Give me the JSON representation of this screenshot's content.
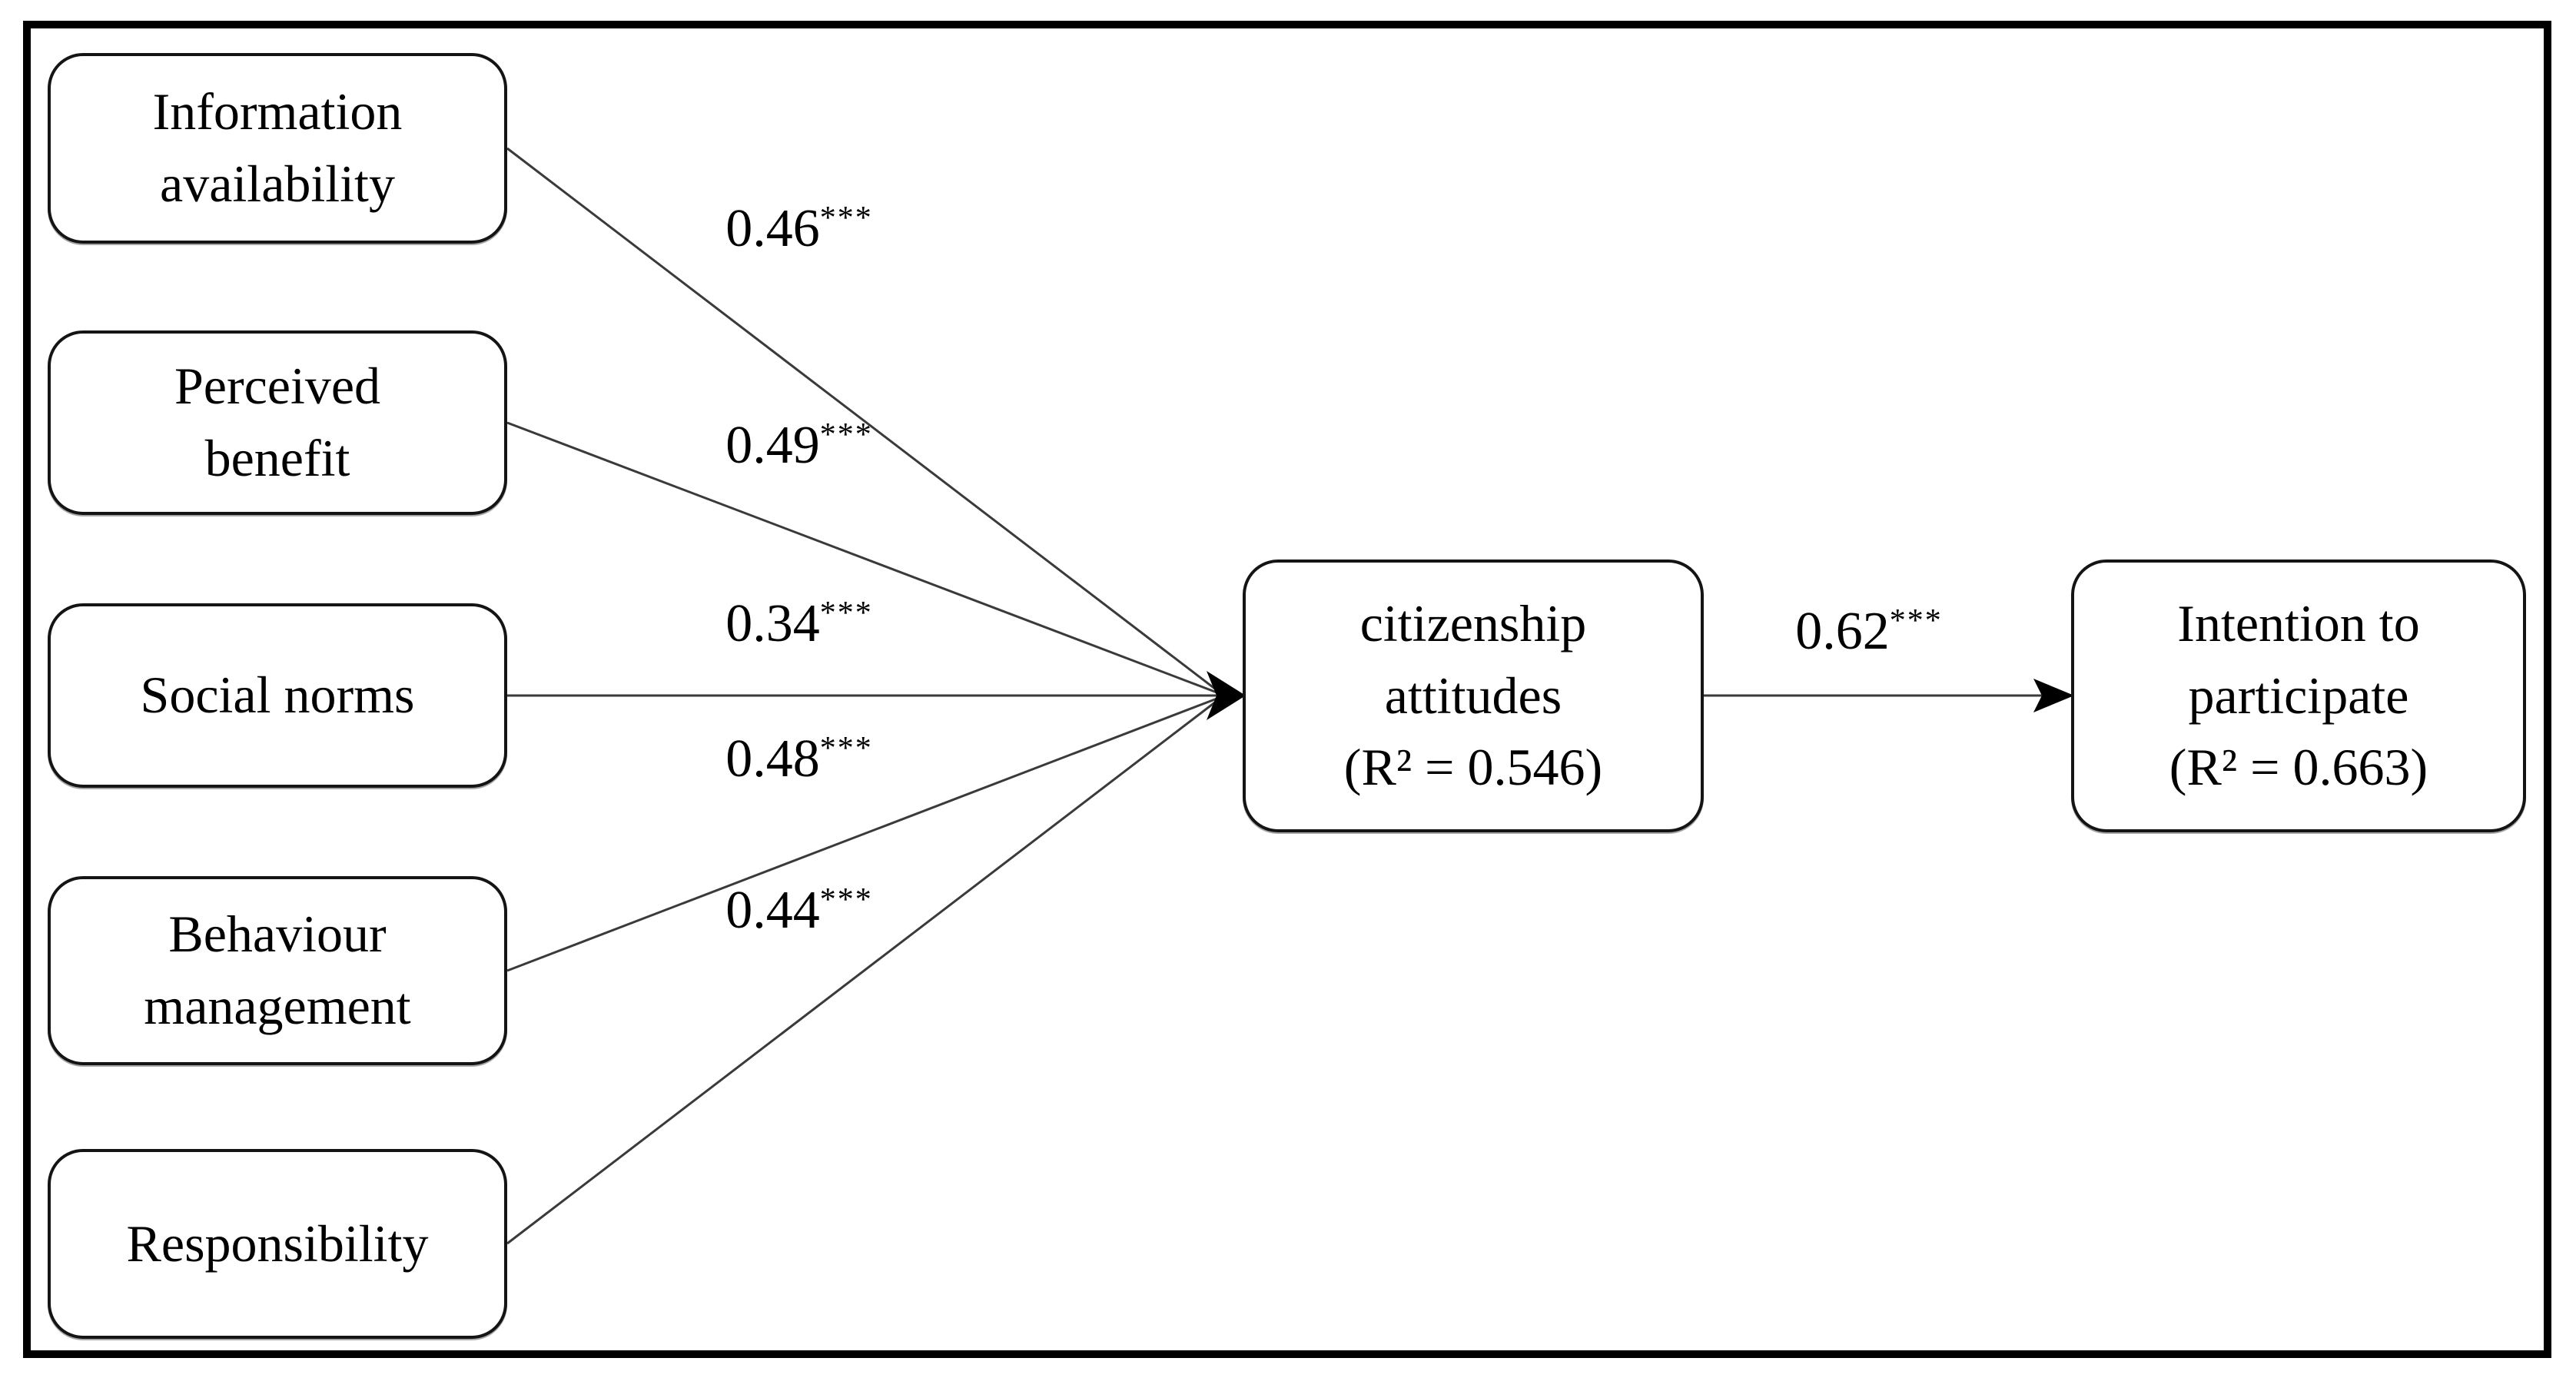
{
  "diagram": {
    "type": "path-model",
    "predictors": [
      {
        "id": "information-availability",
        "label_lines": [
          "Information",
          "availability"
        ],
        "coefficient": "0.46",
        "stars": "***"
      },
      {
        "id": "perceived-benefit",
        "label_lines": [
          "Perceived",
          "benefit"
        ],
        "coefficient": "0.49",
        "stars": "***"
      },
      {
        "id": "social-norms",
        "label_lines": [
          "Social norms"
        ],
        "coefficient": "0.34",
        "stars": "***"
      },
      {
        "id": "behaviour-management",
        "label_lines": [
          "Behaviour",
          "management"
        ],
        "coefficient": "0.48",
        "stars": "***"
      },
      {
        "id": "responsibility",
        "label_lines": [
          "Responsibility"
        ],
        "coefficient": "0.44",
        "stars": "***"
      }
    ],
    "mediator": {
      "label_lines": [
        "citizenship",
        "attitudes",
        "(R² = 0.546)"
      ],
      "r_squared": "0.546"
    },
    "path_to_outcome": {
      "coefficient": "0.62",
      "stars": "***"
    },
    "outcome": {
      "label_lines": [
        "Intention to",
        "participate",
        "(R² = 0.663)"
      ],
      "r_squared": "0.663"
    },
    "colors": {
      "background": "#ffffff",
      "frame": "#000000",
      "box_border": "#141414",
      "line": "#3a3a3a",
      "text": "#000000"
    }
  }
}
